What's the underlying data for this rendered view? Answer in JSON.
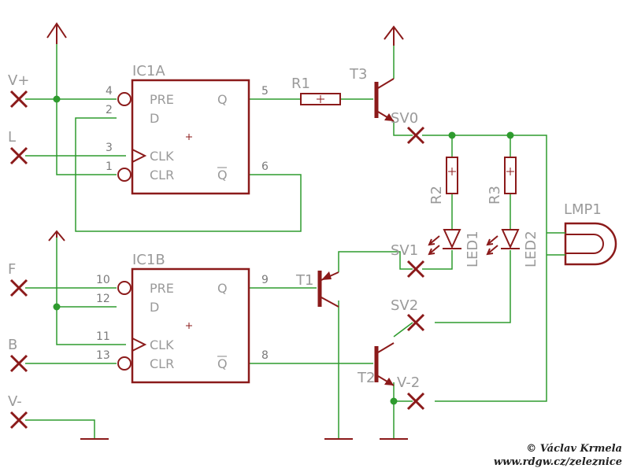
{
  "ic1a": {
    "name": "IC1A",
    "pins": {
      "pre": "PRE",
      "d": "D",
      "clk": "CLK",
      "clr": "CLR",
      "q": "Q",
      "qbar": "Q"
    },
    "pin_numbers": {
      "pre": "4",
      "d": "2",
      "clk": "3",
      "clr": "1",
      "q": "5",
      "qbar": "6"
    }
  },
  "ic1b": {
    "name": "IC1B",
    "pins": {
      "pre": "PRE",
      "d": "D",
      "clk": "CLK",
      "clr": "CLR",
      "q": "Q",
      "qbar": "Q"
    },
    "pin_numbers": {
      "pre": "10",
      "d": "12",
      "clk": "11",
      "clr": "13",
      "q": "9",
      "qbar": "8"
    }
  },
  "inputs": {
    "vplus": "V+",
    "l": "L",
    "f": "F",
    "b": "B",
    "vminus": "V-"
  },
  "components": {
    "r1": "R1",
    "r2": "R2",
    "r3": "R3",
    "t1": "T1",
    "t2": "T2",
    "t3": "T3",
    "led1": "LED1",
    "led2": "LED2",
    "lmp1": "LMP1",
    "sv0": "SV0",
    "sv1": "SV1",
    "sv2": "SV2",
    "v2": "V-2"
  },
  "copyright": {
    "line1": "© Václav Krmela",
    "line2": "www.rdgw.cz/zeleznice"
  },
  "colors": {
    "wire": "#2e9b2e",
    "part": "#8b1a1a",
    "label": "#9a9a9a"
  }
}
